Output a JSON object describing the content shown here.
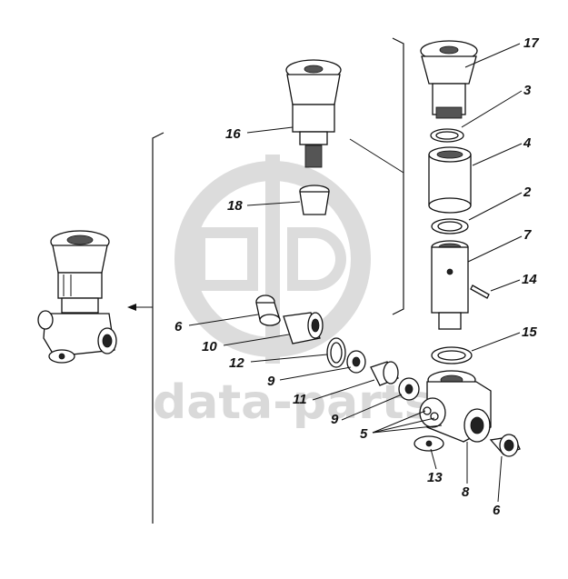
{
  "watermark": {
    "text": "data-parts",
    "color": "#d9d9d9"
  },
  "callouts": [
    {
      "id": "17",
      "text": "17"
    },
    {
      "id": "3",
      "text": "3"
    },
    {
      "id": "4",
      "text": "4"
    },
    {
      "id": "2",
      "text": "2"
    },
    {
      "id": "7",
      "text": "7"
    },
    {
      "id": "14",
      "text": "14"
    },
    {
      "id": "15",
      "text": "15"
    },
    {
      "id": "16",
      "text": "16"
    },
    {
      "id": "18",
      "text": "18"
    },
    {
      "id": "6a",
      "text": "6"
    },
    {
      "id": "10",
      "text": "10"
    },
    {
      "id": "12",
      "text": "12"
    },
    {
      "id": "9a",
      "text": "9"
    },
    {
      "id": "11",
      "text": "11"
    },
    {
      "id": "9b",
      "text": "9"
    },
    {
      "id": "5",
      "text": "5"
    },
    {
      "id": "13",
      "text": "13"
    },
    {
      "id": "8",
      "text": "8"
    },
    {
      "id": "6b",
      "text": "6"
    }
  ],
  "icons": {
    "logo": "data-parts-logo-icon",
    "arrow": "arrow-left-icon"
  }
}
